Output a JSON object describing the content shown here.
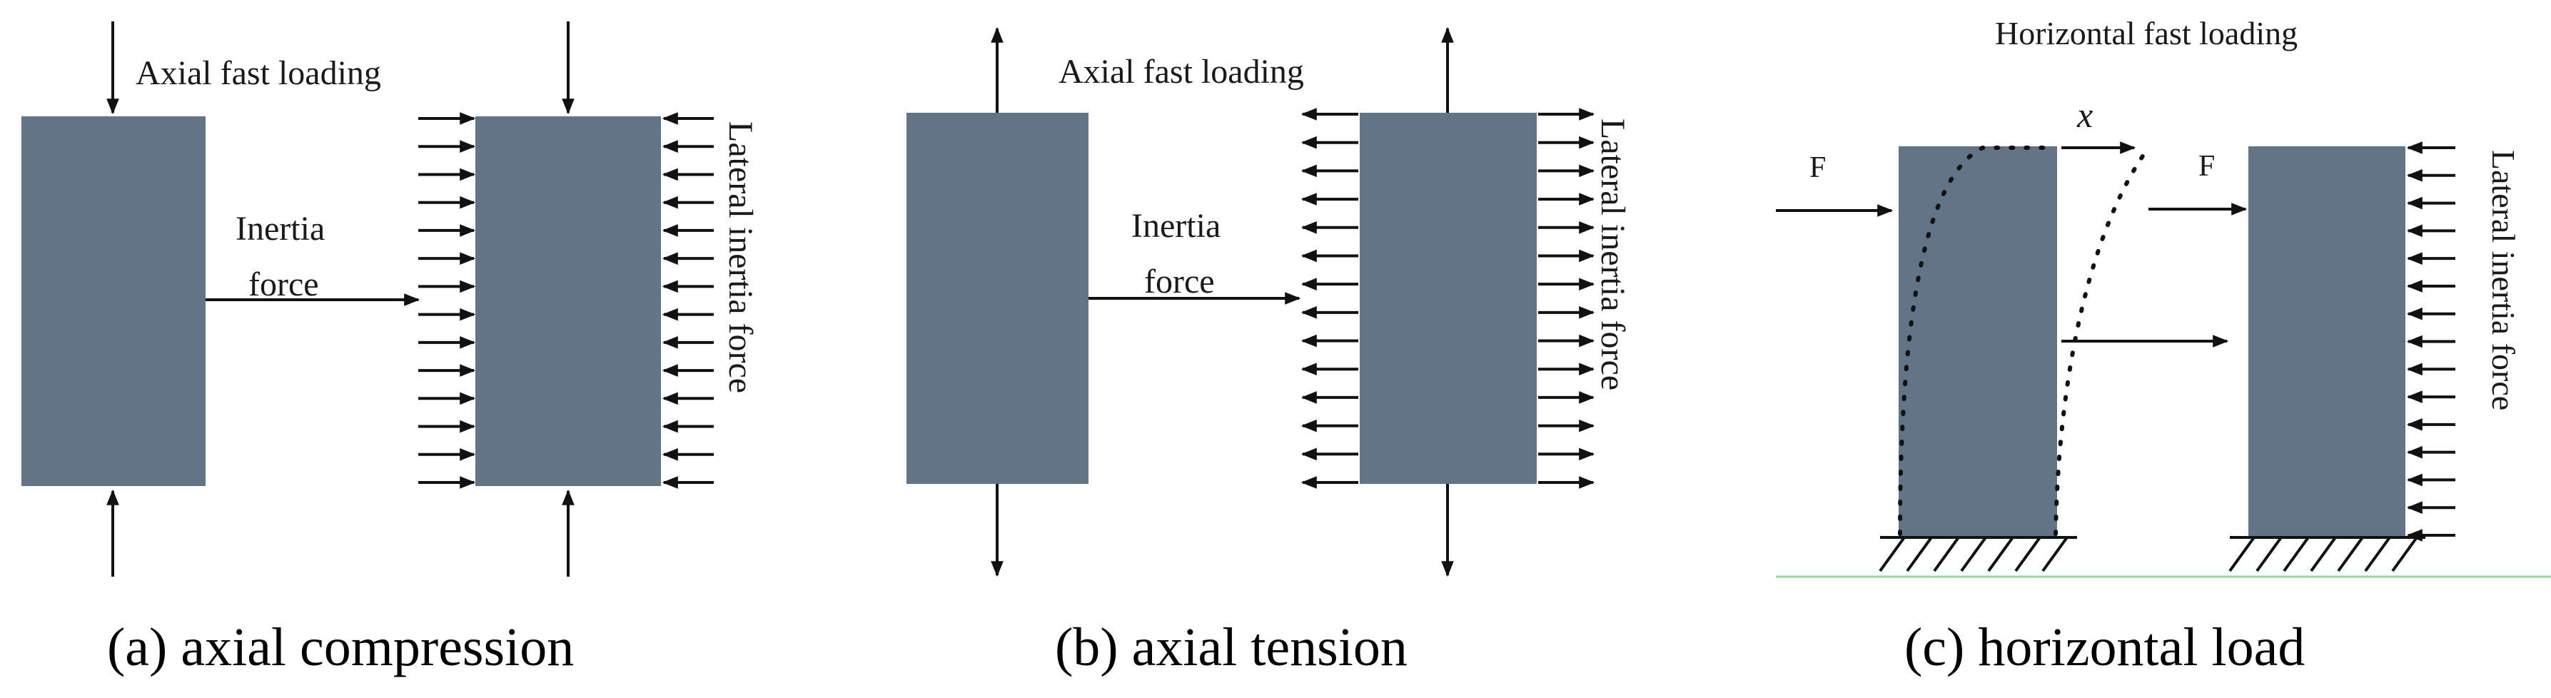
{
  "colors": {
    "block": "#627487",
    "line": "#111111",
    "ground_line": "#9fd79f"
  },
  "panel_a": {
    "top_label": "Axial fast loading",
    "inertia_label_1": "Inertia",
    "inertia_label_2": "force",
    "side_label": "Lateral inertia force",
    "caption": "(a)  axial compression"
  },
  "panel_b": {
    "top_label": "Axial fast loading",
    "inertia_label_1": "Inertia",
    "inertia_label_2": "force",
    "side_label": "Lateral inertia force",
    "caption": "(b)  axial tension"
  },
  "panel_c": {
    "top_label": "Horizontal fast loading",
    "displacement_label": "x",
    "force_label_left": "F",
    "force_label_right": "F",
    "side_label": "Lateral inertia force",
    "caption": "(c)  horizontal load"
  }
}
